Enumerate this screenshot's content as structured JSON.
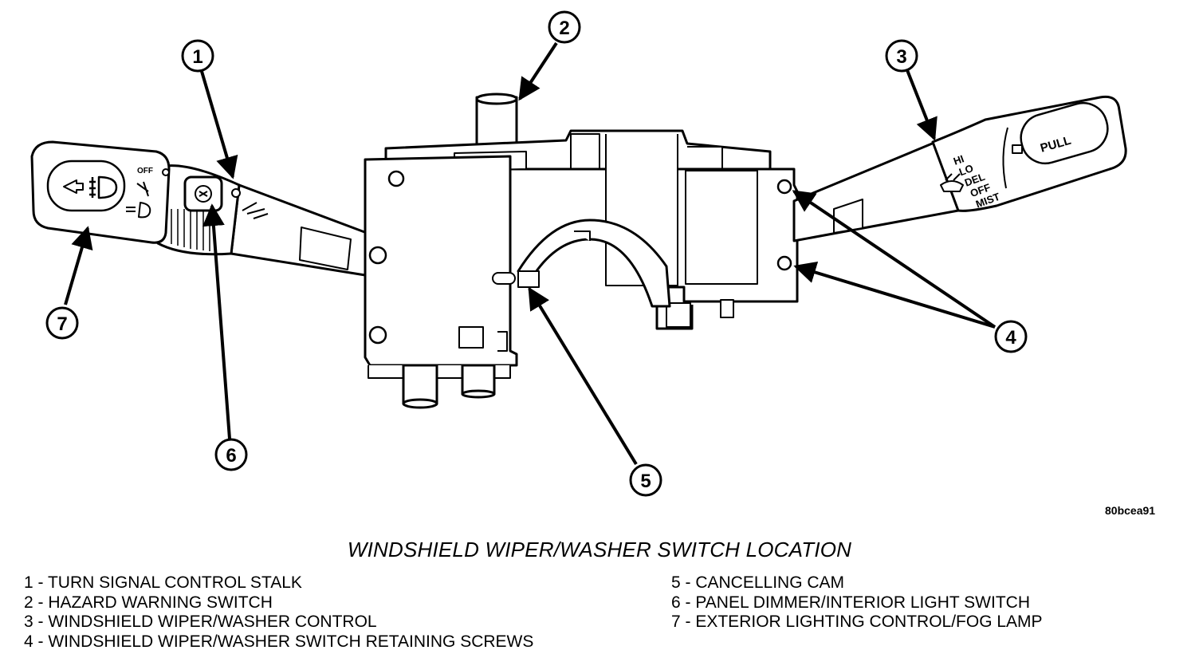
{
  "figure_id": "80bcea91",
  "title": "WINDSHIELD WIPER/WASHER SWITCH LOCATION",
  "callouts": [
    "1",
    "2",
    "3",
    "4",
    "5",
    "6",
    "7"
  ],
  "legend_left": [
    "1 - TURN SIGNAL CONTROL STALK",
    "2 - HAZARD WARNING SWITCH",
    "3 - WINDSHIELD WIPER/WASHER CONTROL",
    "4 - WINDSHIELD WIPER/WASHER SWITCH RETAINING SCREWS"
  ],
  "legend_right": [
    "5 - CANCELLING CAM",
    "6 - PANEL DIMMER/INTERIOR LIGHT SWITCH",
    "7 - EXTERIOR LIGHTING CONTROL/FOG LAMP"
  ],
  "left_stalk_labels": {
    "off": "OFF"
  },
  "wiper_stalk_labels": {
    "modes": [
      "HI",
      "LO",
      "DEL",
      "OFF",
      "MIST"
    ],
    "pull": "PULL"
  }
}
